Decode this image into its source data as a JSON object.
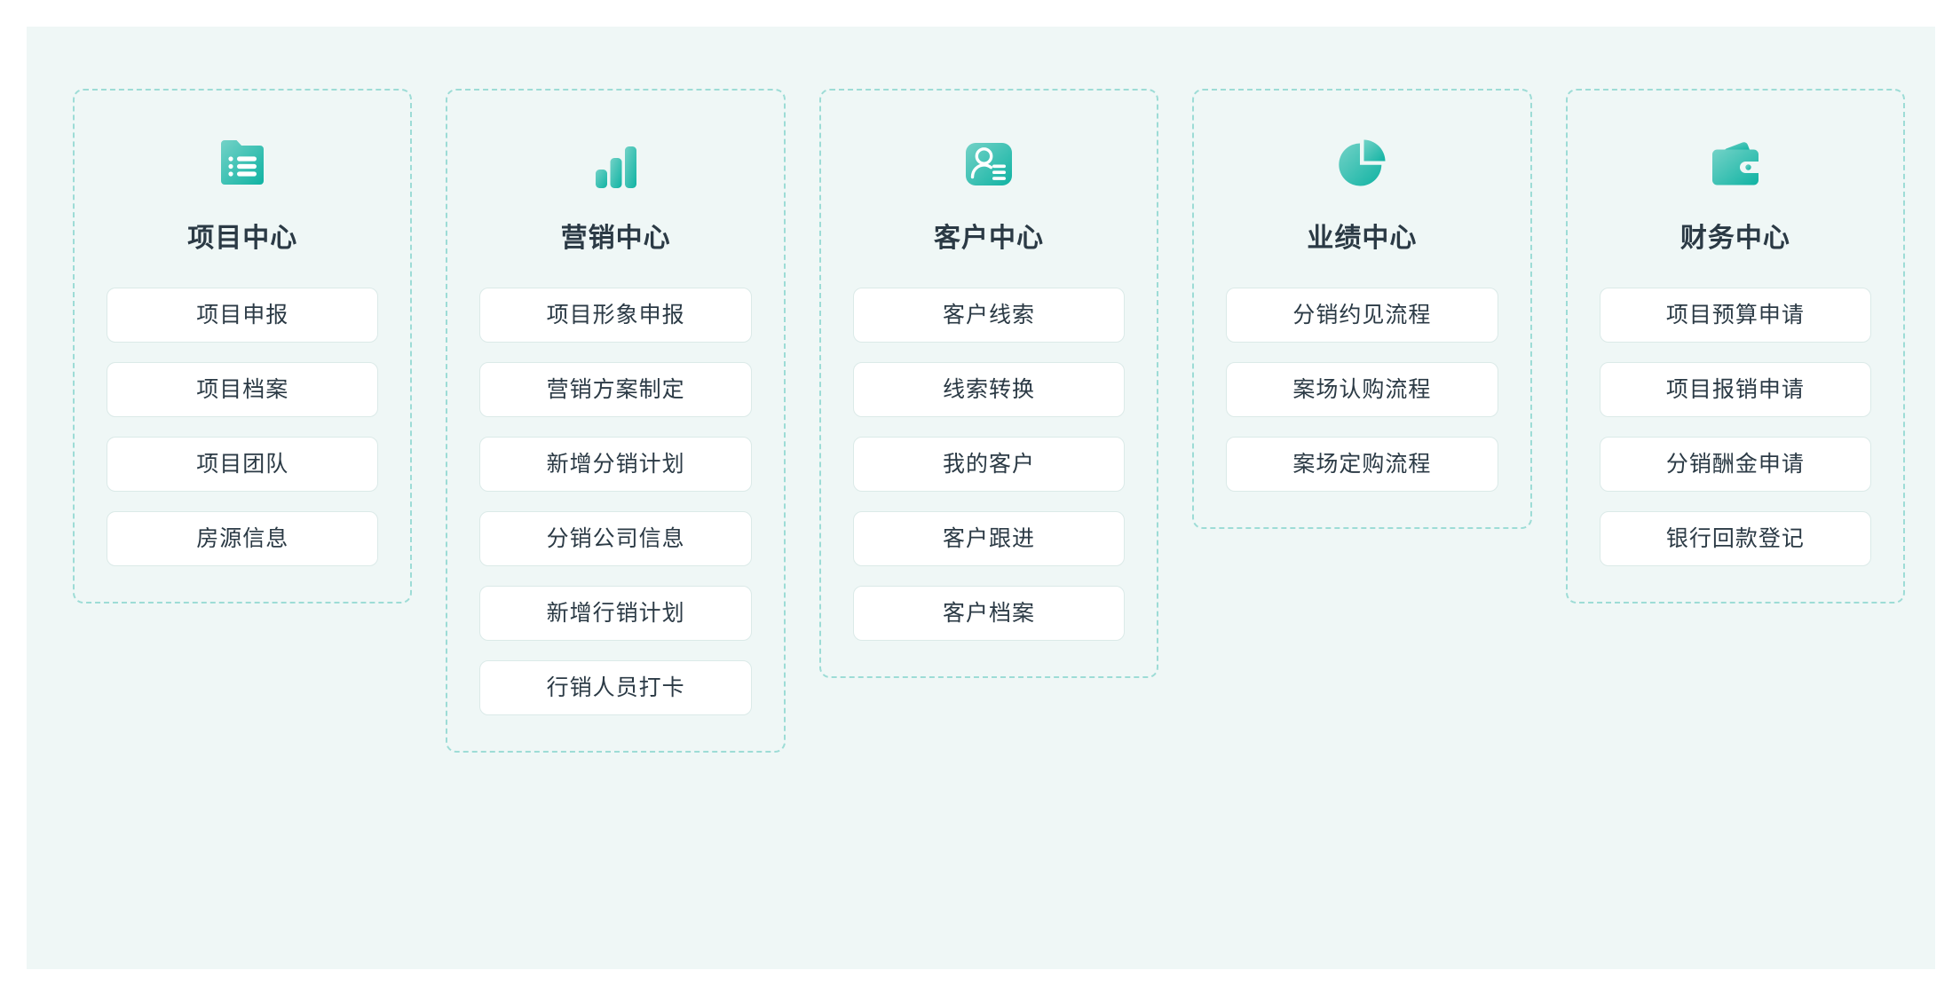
{
  "theme": {
    "page_background": "#ffffff",
    "panel_background": "#eff7f6",
    "dashed_border": "#9ddcd6",
    "card_border": "#dbeae8",
    "card_background": "#ffffff",
    "text_color": "#2b3a45",
    "icon_gradient_from": "#73d2c7",
    "icon_gradient_to": "#10b3a3"
  },
  "columns": [
    {
      "icon": "document-list-icon",
      "title": "项目中心",
      "items": [
        "项目申报",
        "项目档案",
        "项目团队",
        "房源信息"
      ]
    },
    {
      "icon": "bar-chart-icon",
      "title": "营销中心",
      "items": [
        "项目形象申报",
        "营销方案制定",
        "新增分销计划",
        "分销公司信息",
        "新增行销计划",
        "行销人员打卡"
      ]
    },
    {
      "icon": "contact-card-icon",
      "title": "客户中心",
      "items": [
        "客户线索",
        "线索转换",
        "我的客户",
        "客户跟进",
        "客户档案"
      ]
    },
    {
      "icon": "pie-chart-icon",
      "title": "业绩中心",
      "items": [
        "分销约见流程",
        "案场认购流程",
        "案场定购流程"
      ]
    },
    {
      "icon": "wallet-icon",
      "title": "财务中心",
      "items": [
        "项目预算申请",
        "项目报销申请",
        "分销酬金申请",
        "银行回款登记"
      ]
    }
  ]
}
